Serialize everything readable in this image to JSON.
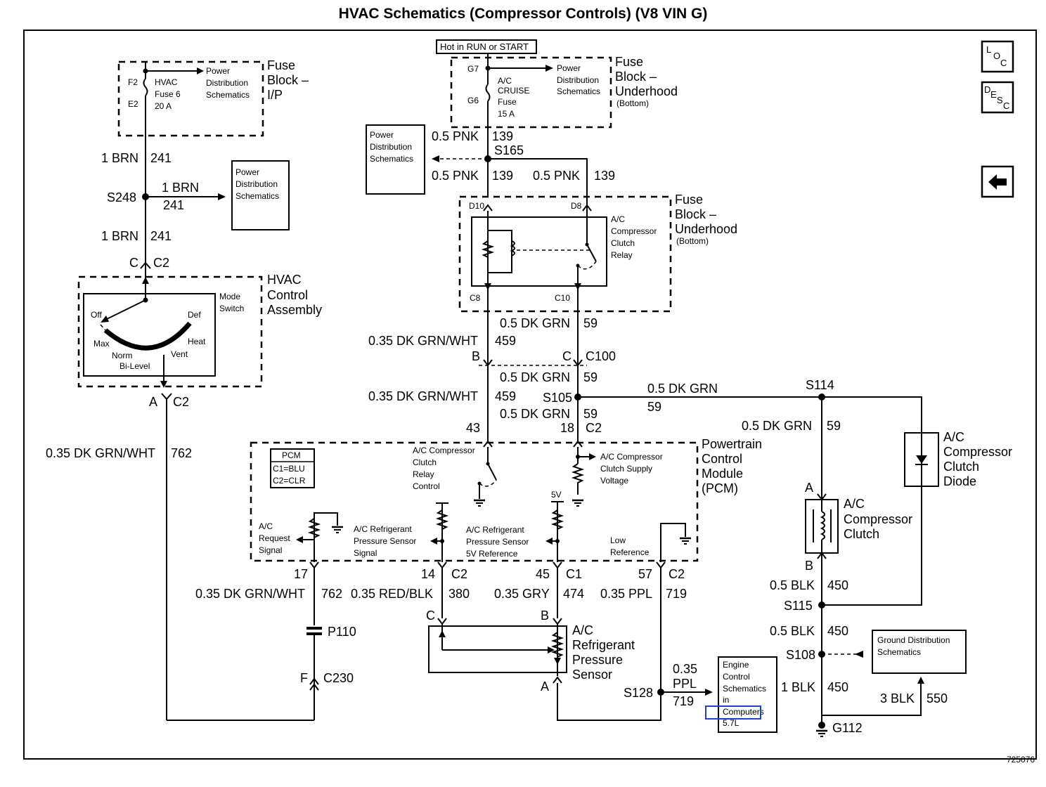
{
  "title": "HVAC Schematics (Compressor Controls) (V8 VIN G)",
  "figure_id": "725076",
  "nav": {
    "loc": [
      "L",
      "O",
      "C"
    ],
    "desc": [
      "D",
      "E",
      "S",
      "C"
    ]
  },
  "colors": {
    "line": "#000000",
    "link_highlight": "#1f3fd6",
    "background": "#ffffff"
  },
  "icons": {
    "back": "back-arrow-icon",
    "ground": "ground-icon",
    "fuse": "fuse-icon",
    "diode": "diode-icon"
  },
  "components": {
    "fuse_block_ip": {
      "name": [
        "Fuse",
        "Block –",
        "I/P"
      ],
      "fuse": [
        "HVAC",
        "Fuse 6",
        "20 A"
      ],
      "terminals": [
        "F2",
        "E2"
      ],
      "ref": [
        "Power",
        "Distribution",
        "Schematics"
      ]
    },
    "fuse_block_uh_top": {
      "name": [
        "Fuse",
        "Block –",
        "Underhood"
      ],
      "sub": "(Bottom)",
      "fuse": [
        "A/C",
        "CRUISE",
        "Fuse",
        "15 A"
      ],
      "terminals": [
        "G7",
        "G6"
      ],
      "ref": [
        "Power",
        "Distribution",
        "Schematics"
      ],
      "hot": "Hot in RUN or START"
    },
    "fuse_block_uh_relay": {
      "name": [
        "Fuse",
        "Block –",
        "Underhood"
      ],
      "sub": "(Bottom)",
      "relay": [
        "A/C",
        "Compressor",
        "Clutch",
        "Relay"
      ],
      "terminals": [
        "D10",
        "D8",
        "C8",
        "C10"
      ]
    },
    "hvac_control": {
      "name": [
        "HVAC",
        "Control",
        "Assembly"
      ],
      "switch": [
        "Mode",
        "Switch"
      ],
      "positions": [
        "Off",
        "Def",
        "Max",
        "Heat",
        "Norm",
        "Vent",
        "Bi-Level"
      ]
    },
    "pcm": {
      "name": [
        "Powertrain",
        "Control",
        "Module",
        "(PCM)"
      ],
      "legend": [
        "PCM",
        "C1=BLU",
        "C2=CLR"
      ],
      "labels": {
        "relay_control": [
          "A/C Compressor",
          "Clutch",
          "Relay",
          "Control"
        ],
        "supply": [
          "A/C Compressor",
          "Clutch Supply",
          "Voltage"
        ],
        "request": [
          "A/C",
          "Request",
          "Signal"
        ],
        "pressure_signal": [
          "A/C Refrigerant",
          "Pressure Sensor",
          "Signal"
        ],
        "pressure_ref": [
          "A/C Refrigerant",
          "Pressure Sensor",
          "5V Reference"
        ],
        "low_ref": [
          "Low",
          "Reference"
        ],
        "five_v": "5V"
      }
    },
    "pressure_sensor": {
      "name": [
        "A/C",
        "Refrigerant",
        "Pressure",
        "Sensor"
      ],
      "terminals": [
        "C",
        "B",
        "A"
      ]
    },
    "clutch_diode": {
      "name": [
        "A/C",
        "Compressor",
        "Clutch",
        "Diode"
      ]
    },
    "clutch": {
      "name": [
        "A/C",
        "Compressor",
        "Clutch"
      ],
      "terminals": [
        "A",
        "B"
      ]
    },
    "ground_ref": {
      "text": [
        "Ground Distribution",
        "Schematics"
      ]
    },
    "ecm_ref": {
      "text": [
        "Engine",
        "Control",
        "Schematics",
        "in"
      ],
      "link": "Computers",
      "tail": "5.7L"
    },
    "pd_ref_left": {
      "text": [
        "Power",
        "Distribution",
        "Schematics"
      ]
    },
    "pd_ref_mid": {
      "text": [
        "Power",
        "Distribution",
        "Schematics"
      ]
    }
  },
  "wires": {
    "brn_241": [
      "1 BRN",
      "241"
    ],
    "pnk_139": [
      "0.5 PNK",
      "139"
    ],
    "dkgrn_59": [
      "0.5 DK GRN",
      "59"
    ],
    "dkgrnwht_459": [
      "0.35 DK GRN/WHT",
      "459"
    ],
    "dkgrnwht_762": [
      "0.35 DK GRN/WHT",
      "762"
    ],
    "redblk_380": [
      "0.35 RED/BLK",
      "380"
    ],
    "gry_474": [
      "0.35 GRY",
      "474"
    ],
    "ppl_719": [
      "0.35 PPL",
      "719"
    ],
    "ppl_719_b": [
      "0.35",
      "PPL",
      "719"
    ],
    "blk_450": [
      "0.5 BLK",
      "450"
    ],
    "blk1_450": [
      "1 BLK",
      "450"
    ],
    "blk3_550": [
      "3 BLK",
      "550"
    ]
  },
  "splices": {
    "s248": "S248",
    "s165": "S165",
    "s105": "S105",
    "s114": "S114",
    "s115": "S115",
    "s108": "S108",
    "s128": "S128",
    "g112": "G112",
    "p110": "P110"
  },
  "connectors": {
    "c2": "C2",
    "c100": "C100",
    "c1": "C1",
    "c230": "C230",
    "c": "C",
    "a": "A",
    "b": "B",
    "f": "F",
    "p43": "43",
    "p18": "18",
    "p17": "17",
    "p14": "14",
    "p45": "45",
    "p57": "57"
  }
}
